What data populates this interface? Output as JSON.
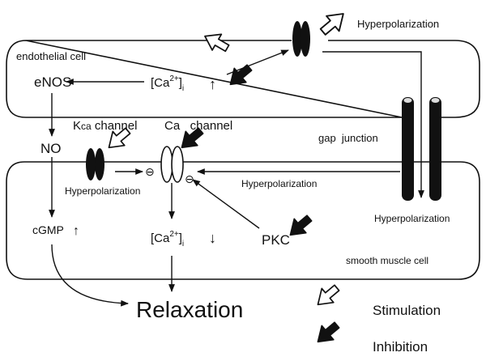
{
  "cells": {
    "endothelial": "endothelial cell",
    "smooth_muscle": "smooth muscle cell"
  },
  "labels": {
    "hyperpolarization_top": "Hyperpolarization",
    "enos": "eNOS",
    "ca_i_top_base": "[Ca",
    "ca_i_top_sup": "2+",
    "ca_i_top_close": "]",
    "ca_i_top_sub": "i",
    "kca_k": "K",
    "kca_ca": "ca",
    "kca_channel": "channel",
    "ca_channel": "Ca   channel",
    "gap_junction": "gap  junction",
    "no": "NO",
    "hyperpolarization_kca": "Hyperpolarization",
    "hyperpolarization_mid": "Hyperpolarization",
    "hyperpolarization_right": "Hyperpolarization",
    "cgmp": "cGMP",
    "ca_i_bottom_base": "[Ca",
    "ca_i_bottom_sup": "2+",
    "ca_i_bottom_close": "]",
    "ca_i_bottom_sub": "i",
    "pkc": "PKC",
    "relaxation": "Relaxation",
    "up_arrow": "↑",
    "down_arrow": "↓",
    "minus": "⊖"
  },
  "legend": {
    "stimulation": "Stimulation",
    "inhibition": "Inhibition"
  },
  "colors": {
    "ink": "#111111",
    "open_arrow_fill": "#ffffff",
    "solid_arrow_fill": "#111111"
  }
}
